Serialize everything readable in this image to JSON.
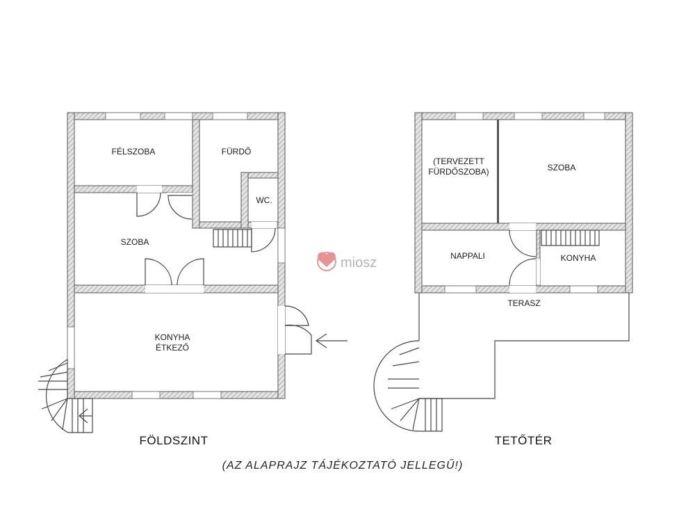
{
  "rooms": {
    "felszoba": "FÉLSZOBA",
    "furdo": "FÜRDŐ",
    "wc": "WC.",
    "szoba_ground": "SZOBA",
    "konyha_line1": "KONYHA",
    "konyha_line2": "ÉTKEZŐ",
    "tervezett_line1": "(TERVEZETT",
    "tervezett_line2": "FÜRDŐSZOBA)",
    "szoba_attic": "SZOBA",
    "nappali": "NAPPALI",
    "konyha_attic": "KONYHA",
    "terasz": "TERASZ"
  },
  "titles": {
    "ground_floor": "FÖLDSZINT",
    "attic": "TETŐTÉR"
  },
  "note": "(AZ ALAPRAJZ TÁJÉKOZTATÓ JELLEGŰ!)",
  "watermark": "miosz",
  "colors": {
    "wall_hatch": "#888888",
    "line": "#444444",
    "logo_heart": "#e07070",
    "logo_text": "#9a9a9a"
  }
}
